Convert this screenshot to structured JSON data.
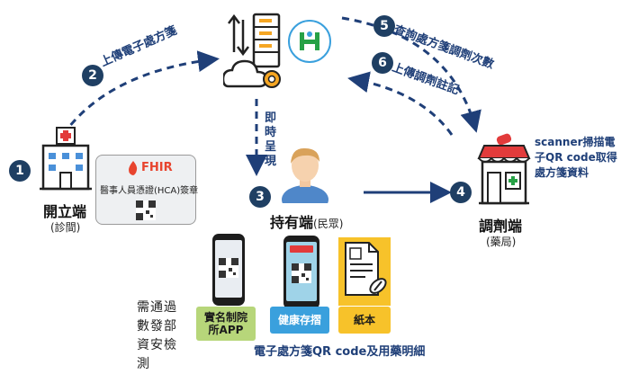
{
  "nodes": {
    "issuer": {
      "title": "開立端",
      "sub": "(診間)"
    },
    "holder": {
      "title": "持有端",
      "sub": "(民眾)"
    },
    "dispenser": {
      "title": "調劑端",
      "sub": "(藥局)"
    }
  },
  "badges": [
    "1",
    "2",
    "3",
    "4",
    "5",
    "6"
  ],
  "steps": {
    "upload": "上傳電子處方箋",
    "realtime": "即時呈現",
    "query": "查詢處方箋調劑次數",
    "register": "上傳調劑註記"
  },
  "fhir_card": {
    "logo": "FHIR",
    "label": "醫事人員憑證(HCA)簽章"
  },
  "scanner_note": "scanner掃描電子QR code取得處方箋資料",
  "security_note": "需通過數發部資安檢測",
  "apps": {
    "realname": "實名制院所APP",
    "health": "健康存摺",
    "paper": "紙本"
  },
  "bottom_caption": "電子處方箋QR code及用藥明細",
  "colors": {
    "badge": "#1f3f63",
    "arrow": "#1f3f78",
    "app_green": "#b7d67a",
    "app_blue": "#3aa0dd",
    "app_yellow": "#f7c22a",
    "fhir_red": "#e8442e"
  }
}
